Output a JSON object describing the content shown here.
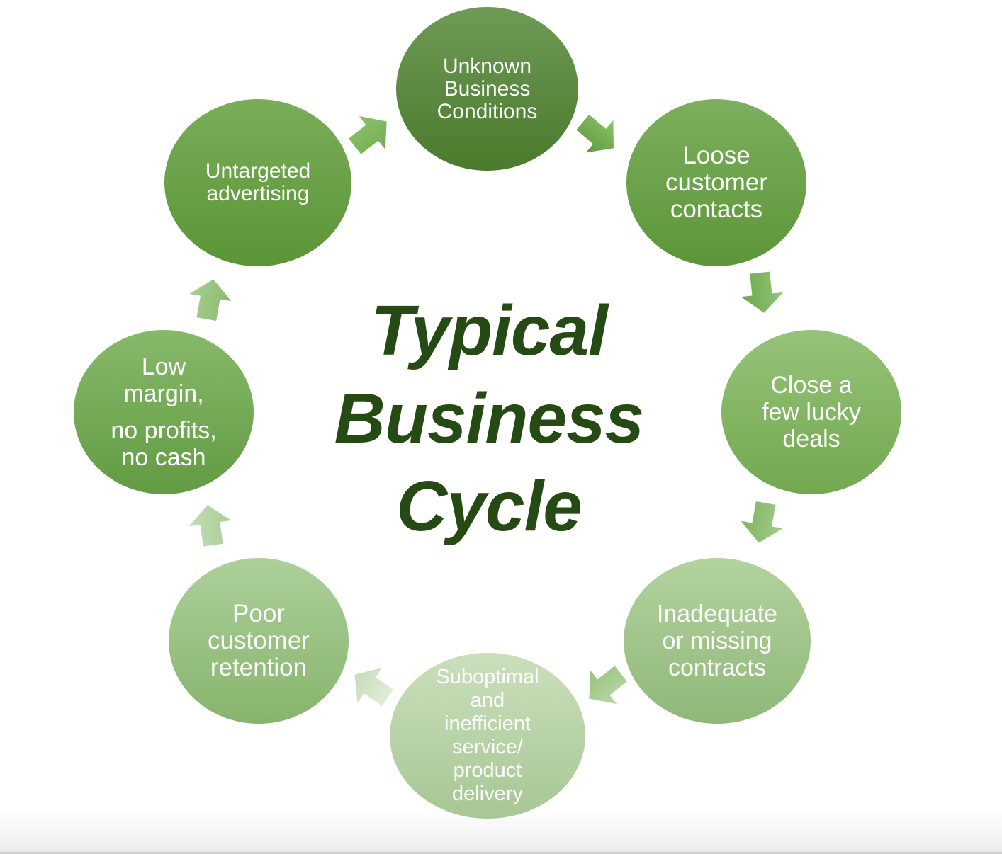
{
  "title": {
    "lines": [
      "Typical",
      "Business",
      "Cycle"
    ]
  },
  "nodes": [
    {
      "lines": [
        "Unknown",
        "Business",
        "Conditions"
      ]
    },
    {
      "lines": [
        "Loose",
        "customer",
        "contacts"
      ]
    },
    {
      "lines": [
        "Close a",
        "few lucky",
        "deals"
      ]
    },
    {
      "lines": [
        "Inadequate",
        "or missing",
        "contracts"
      ]
    },
    {
      "lines": [
        "Suboptimal",
        "and",
        "inefficient",
        "service/",
        "product",
        "delivery"
      ]
    },
    {
      "lines": [
        "Poor",
        "customer",
        "retention"
      ]
    },
    {
      "lines": [
        "Low",
        "margin,",
        "no profits,",
        "no cash"
      ]
    },
    {
      "lines": [
        "Untargeted",
        "advertising"
      ]
    }
  ],
  "colors": {
    "title": "#254a14",
    "node_text": "#ffffff",
    "arrow_dark": "#6ca544",
    "arrow_light": "#c9dfbe"
  }
}
